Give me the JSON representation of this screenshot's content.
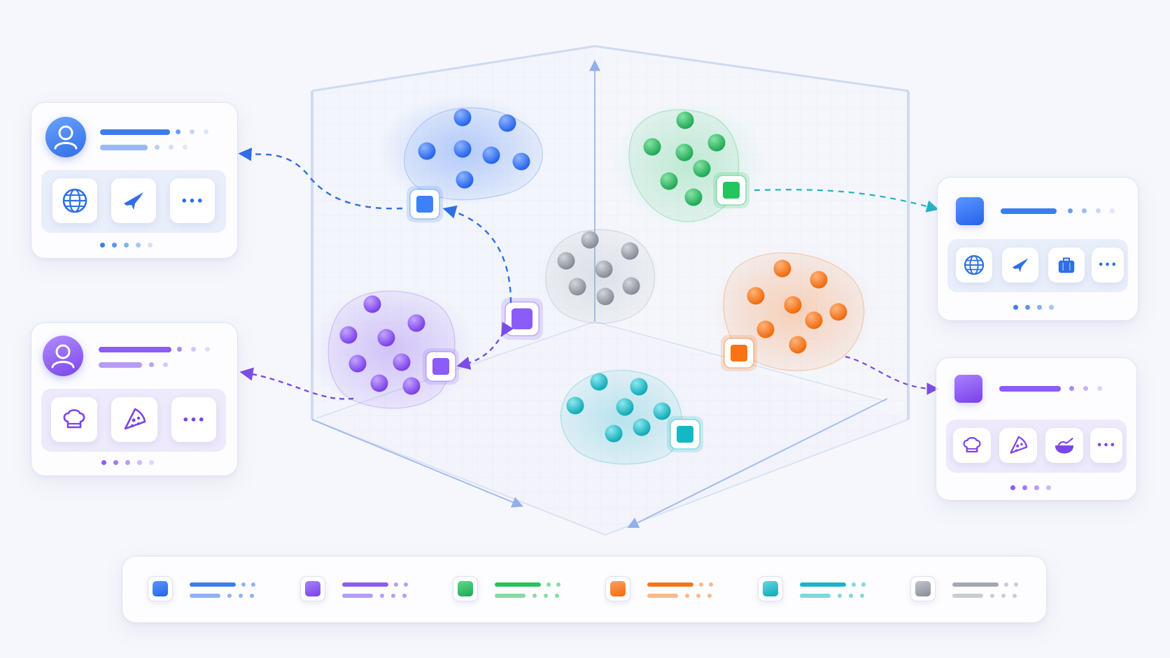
{
  "colors": {
    "blue": "#3b82f6",
    "purple": "#8b5cf6",
    "green": "#22c55e",
    "orange": "#f97316",
    "teal": "#14b8c4",
    "gray": "#9aa0ab"
  },
  "clusters": [
    {
      "name": "blue-cluster",
      "color": "blue",
      "has_anchor": true
    },
    {
      "name": "green-cluster",
      "color": "green",
      "has_anchor": true
    },
    {
      "name": "gray-cluster",
      "color": "gray",
      "has_anchor": false
    },
    {
      "name": "purple-cluster",
      "color": "purple",
      "has_anchor": true
    },
    {
      "name": "orange-cluster",
      "color": "orange",
      "has_anchor": true
    },
    {
      "name": "teal-cluster",
      "color": "teal",
      "has_anchor": true
    }
  ],
  "cards": {
    "left_top": {
      "avatar_icon": "user-avatar-icon",
      "color": "blue",
      "tiles": [
        "globe-icon",
        "airplane-icon",
        "more-icon"
      ]
    },
    "left_bottom": {
      "avatar_icon": "user-avatar-icon",
      "color": "purple",
      "tiles": [
        "chef-hat-icon",
        "pizza-icon",
        "more-icon"
      ]
    },
    "right_top": {
      "color": "blue",
      "tiles": [
        "globe-icon",
        "airplane-icon",
        "suitcase-icon",
        "more-icon"
      ]
    },
    "right_bottom": {
      "color": "purple",
      "tiles": [
        "chef-hat-icon",
        "pizza-icon",
        "bowl-icon",
        "more-icon"
      ]
    }
  },
  "more_glyph": "•••",
  "legend": [
    "blue",
    "purple",
    "green",
    "orange",
    "teal",
    "gray"
  ]
}
